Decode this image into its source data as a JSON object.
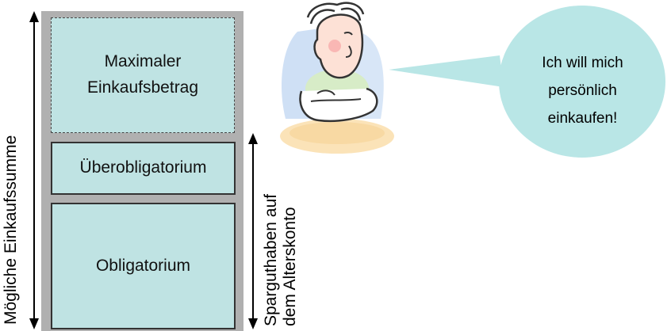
{
  "diagram": {
    "blocks": {
      "max": "Maximaler\nEinkaufsbetrag",
      "ueber": "Überobligatorium",
      "obl": "Obligatorium"
    },
    "left_axis_label": "Mögliche Einkaufssumme",
    "right_axis_label_line1": "Sparguthaben auf",
    "right_axis_label_line2": "dem Alterskonto",
    "speech": "Ich will mich\npersönlich\neinkaufen!",
    "colors": {
      "block_fill": "#bfe3e3",
      "stack_bg": "#b0b0b0",
      "bubble_fill": "#b9e6e6"
    },
    "icons": [
      "person-clipart"
    ]
  }
}
